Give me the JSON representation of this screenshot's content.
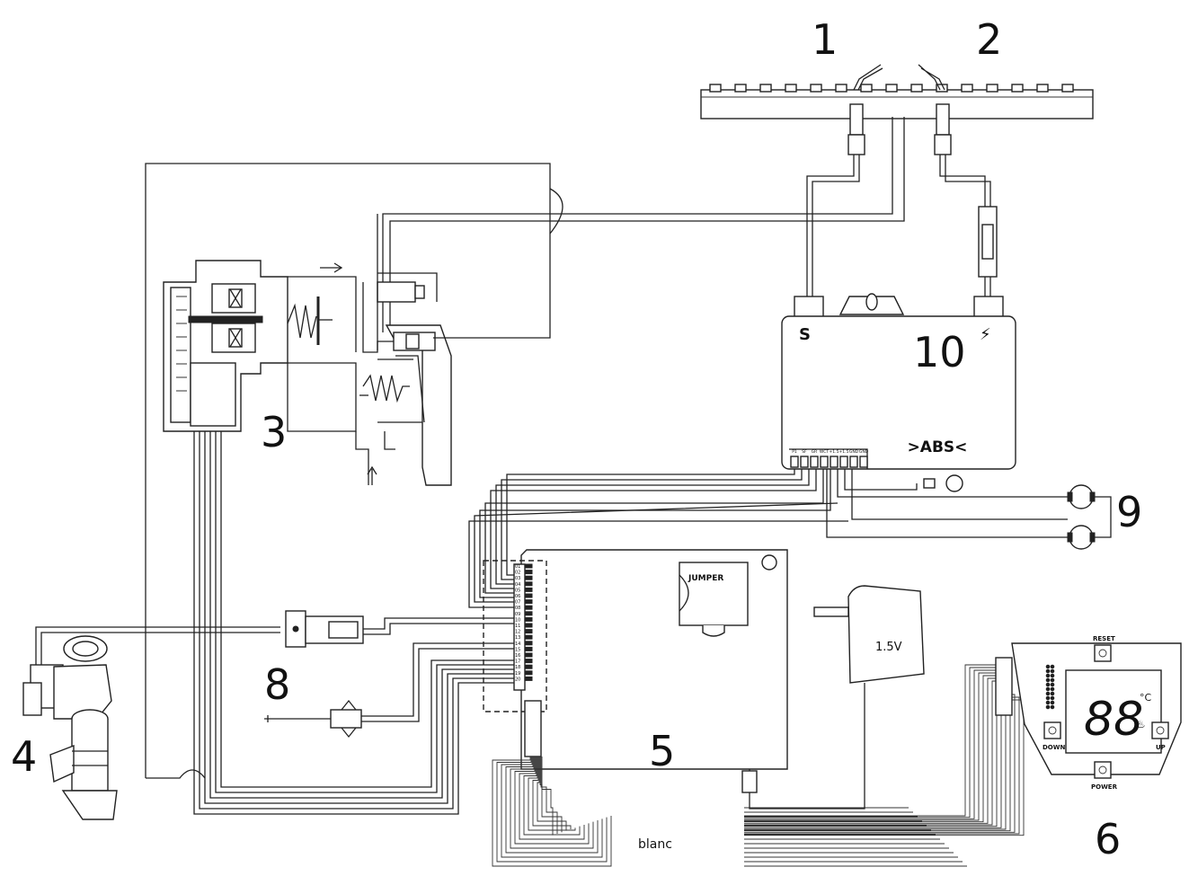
{
  "callouts": {
    "c1": "1",
    "c2": "2",
    "c3": "3",
    "c4": "4",
    "c5": "5",
    "c6": "6",
    "c8": "8",
    "c9": "9",
    "c10": "10"
  },
  "ignition_module": {
    "brand": ">ABS<",
    "sense_terminal": "S",
    "spark_symbol": "⚡",
    "terminal_labels": [
      "P1",
      "SF",
      "GR",
      "WCT",
      "+1.5",
      "+1.5",
      "GND",
      "GND"
    ]
  },
  "control_board": {
    "jumper_label": "JUMPER",
    "pin_numbers": [
      "01",
      "02",
      "03",
      "04",
      "05",
      "06",
      "07",
      "08",
      "09",
      "10",
      "11",
      "12",
      "13",
      "14",
      "15",
      "16",
      "17",
      "18",
      "19",
      "20"
    ]
  },
  "adapter": {
    "voltage": "1.5V"
  },
  "display_panel": {
    "reset_label": "RESET",
    "down_label": "DOWN",
    "up_label": "UP",
    "power_label": "POWER",
    "digits": "88",
    "unit": "°C"
  },
  "cable_label": "blanc",
  "colors": {
    "line": "#222222",
    "background": "#ffffff"
  }
}
